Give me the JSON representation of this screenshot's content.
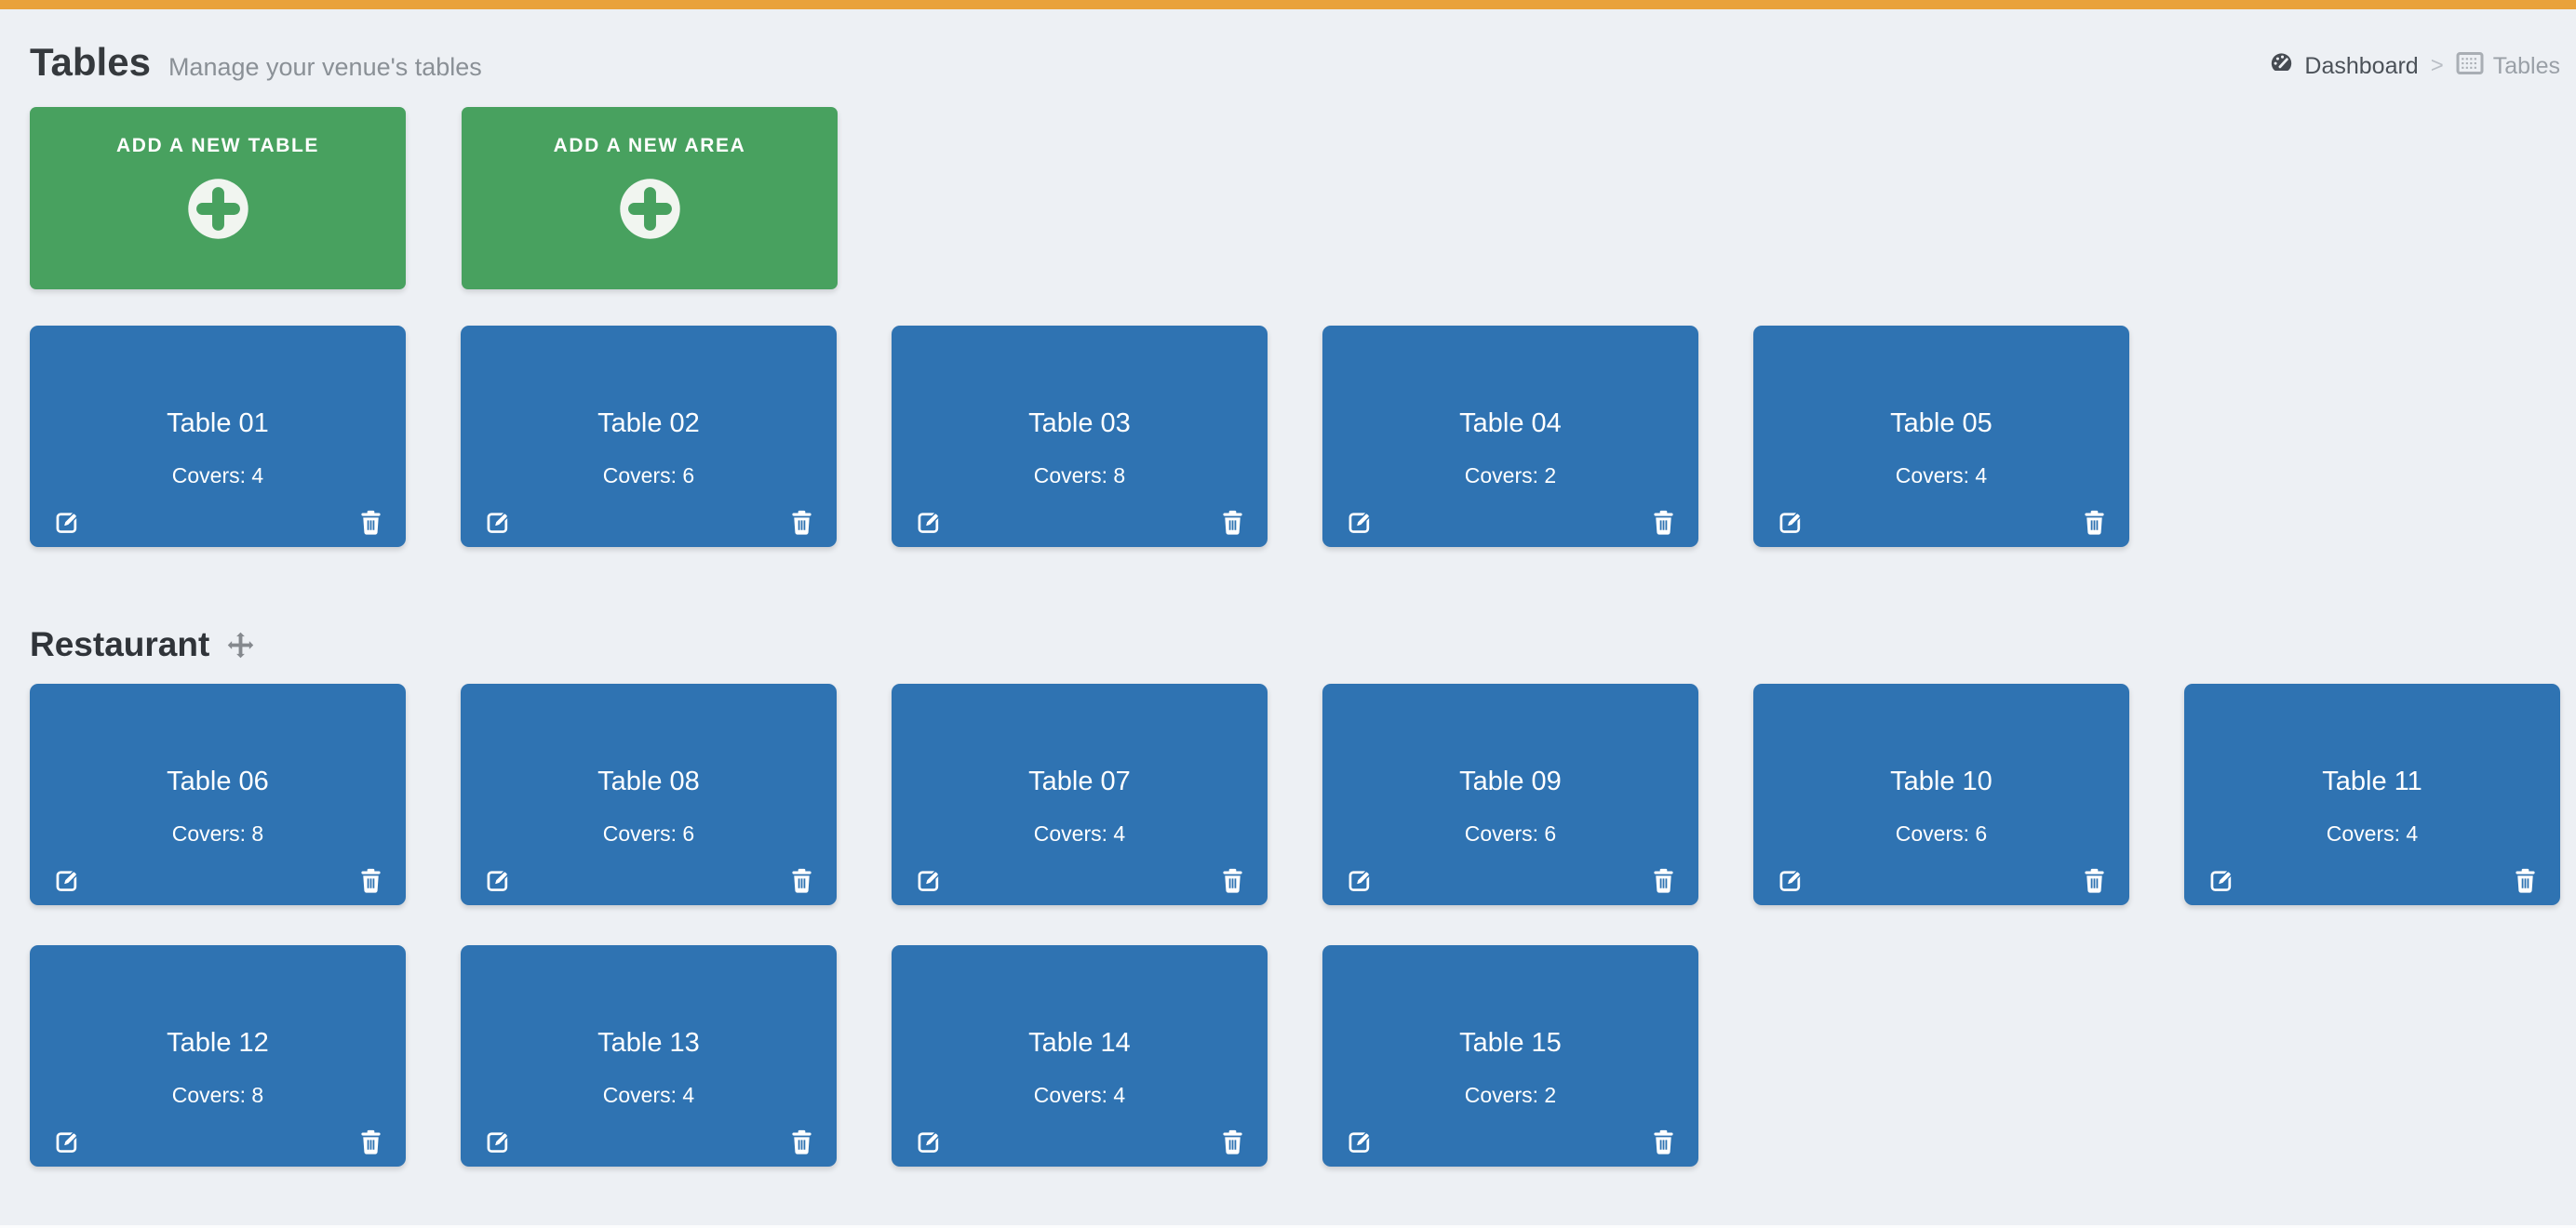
{
  "header": {
    "title": "Tables",
    "subtitle": "Manage your venue's tables"
  },
  "breadcrumb": {
    "separator": ">",
    "items": [
      {
        "label": "Dashboard",
        "icon": "dashboard-gauge-icon"
      },
      {
        "label": "Tables",
        "icon": "tables-grid-icon"
      }
    ]
  },
  "buttons": {
    "add_table": "ADD A NEW TABLE",
    "add_area": "ADD A NEW AREA",
    "icon": "plus-circle-icon"
  },
  "groups": [
    {
      "name": "",
      "tables": [
        {
          "name": "Table 01",
          "covers": "Covers: 4"
        },
        {
          "name": "Table 02",
          "covers": "Covers: 6"
        },
        {
          "name": "Table 03",
          "covers": "Covers: 8"
        },
        {
          "name": "Table 04",
          "covers": "Covers: 2"
        },
        {
          "name": "Table 05",
          "covers": "Covers: 4"
        }
      ]
    },
    {
      "name": "Restaurant",
      "move_icon": "move-arrows-icon",
      "tables": [
        {
          "name": "Table 06",
          "covers": "Covers: 8"
        },
        {
          "name": "Table 08",
          "covers": "Covers: 6"
        },
        {
          "name": "Table 07",
          "covers": "Covers: 4"
        },
        {
          "name": "Table 09",
          "covers": "Covers: 6"
        },
        {
          "name": "Table 10",
          "covers": "Covers: 6"
        },
        {
          "name": "Table 11",
          "covers": "Covers: 4"
        },
        {
          "name": "Table 12",
          "covers": "Covers: 8"
        },
        {
          "name": "Table 13",
          "covers": "Covers: 4"
        },
        {
          "name": "Table 14",
          "covers": "Covers: 4"
        },
        {
          "name": "Table 15",
          "covers": "Covers: 2"
        }
      ]
    }
  ],
  "card_icons": {
    "edit": "edit-pencil-square-icon",
    "delete": "trash-icon"
  },
  "colors": {
    "accent_orange": "#e9a23b",
    "card_blue": "#2f73b2",
    "button_green": "#48a15f",
    "background": "#edf0f4"
  }
}
